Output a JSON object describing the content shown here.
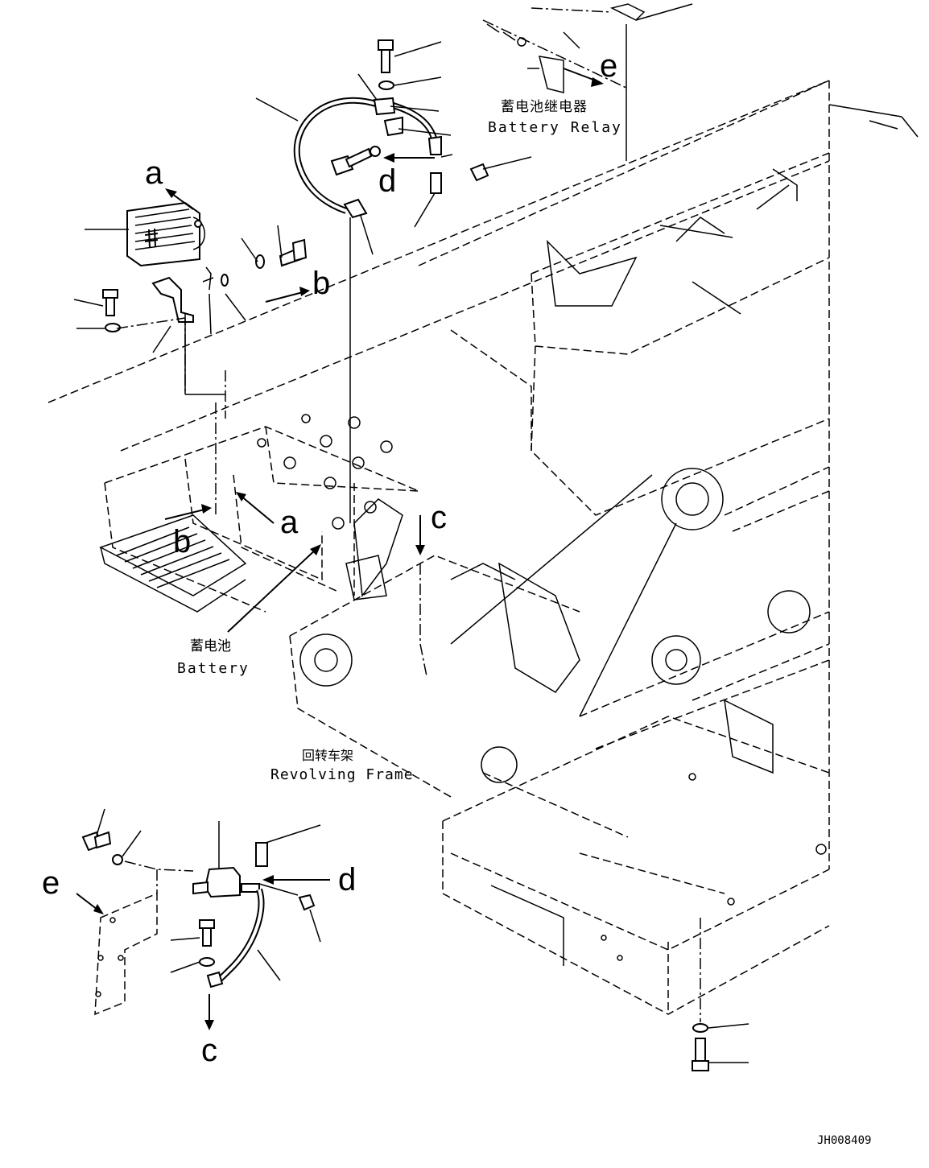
{
  "labels": {
    "battery_relay_cn": "蓄电池继电器",
    "battery_relay_en": "Battery Relay",
    "battery_cn": "蓄电池",
    "battery_en": "Battery",
    "frame_cn": "回转车架",
    "frame_en": "Revolving Frame",
    "drawing_id": "JH008409"
  },
  "reference_letters": {
    "a_top": "a",
    "a_mid": "a",
    "b_top": "b",
    "b_mid": "b",
    "c_mid": "c",
    "c_bottom": "c",
    "d_top": "d",
    "d_bottom": "d",
    "e_top": "e",
    "e_bottom": "e"
  }
}
